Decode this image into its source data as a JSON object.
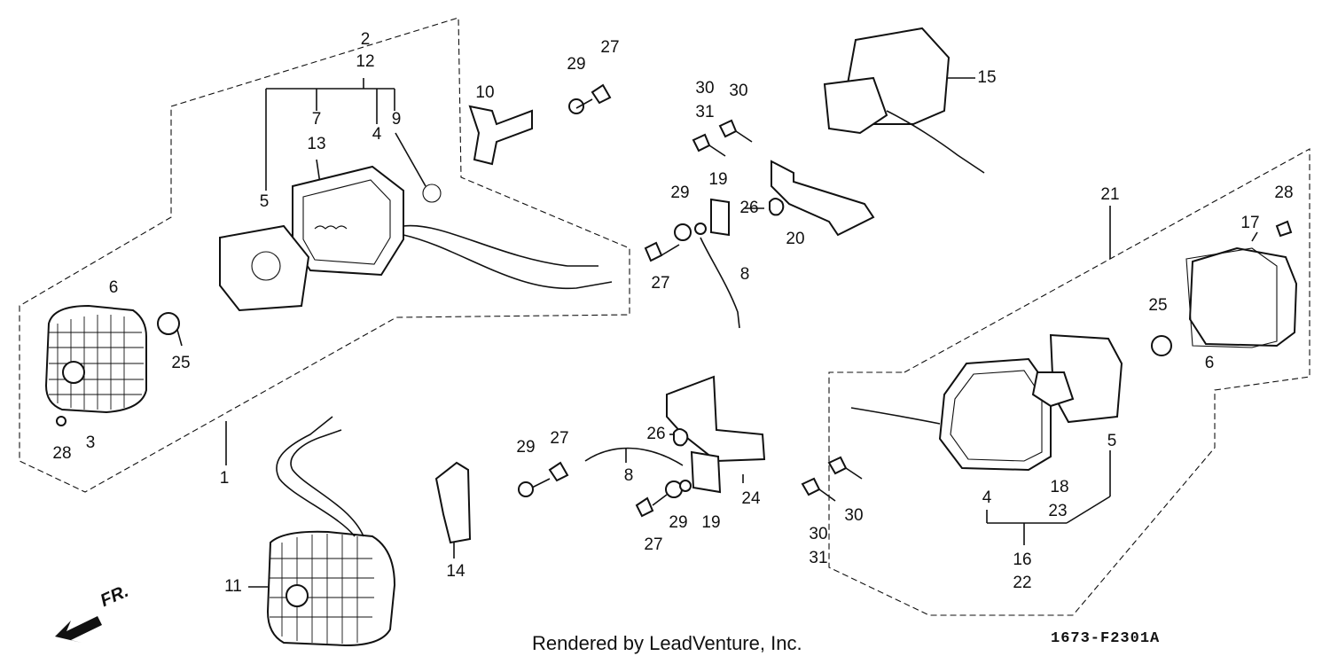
{
  "diagram": {
    "callouts": [
      {
        "id": "c-2",
        "text": "2"
      },
      {
        "id": "c-12",
        "text": "12"
      },
      {
        "id": "c-7",
        "text": "7"
      },
      {
        "id": "c-4a",
        "text": "4"
      },
      {
        "id": "c-9",
        "text": "9"
      },
      {
        "id": "c-13",
        "text": "13"
      },
      {
        "id": "c-5a",
        "text": "5"
      },
      {
        "id": "c-6a",
        "text": "6"
      },
      {
        "id": "c-25a",
        "text": "25"
      },
      {
        "id": "c-3",
        "text": "3"
      },
      {
        "id": "c-28a",
        "text": "28"
      },
      {
        "id": "c-1",
        "text": "1"
      },
      {
        "id": "c-10",
        "text": "10"
      },
      {
        "id": "c-29a",
        "text": "29"
      },
      {
        "id": "c-27a",
        "text": "27"
      },
      {
        "id": "c-30a",
        "text": "30"
      },
      {
        "id": "c-31a",
        "text": "31"
      },
      {
        "id": "c-30b",
        "text": "30"
      },
      {
        "id": "c-15",
        "text": "15"
      },
      {
        "id": "c-29b",
        "text": "29"
      },
      {
        "id": "c-19a",
        "text": "19"
      },
      {
        "id": "c-26a",
        "text": "26"
      },
      {
        "id": "c-20",
        "text": "20"
      },
      {
        "id": "c-27b",
        "text": "27"
      },
      {
        "id": "c-8a",
        "text": "8"
      },
      {
        "id": "c-21",
        "text": "21"
      },
      {
        "id": "c-28b",
        "text": "28"
      },
      {
        "id": "c-17",
        "text": "17"
      },
      {
        "id": "c-25b",
        "text": "25"
      },
      {
        "id": "c-6b",
        "text": "6"
      },
      {
        "id": "c-5b",
        "text": "5"
      },
      {
        "id": "c-18",
        "text": "18"
      },
      {
        "id": "c-23",
        "text": "23"
      },
      {
        "id": "c-4b",
        "text": "4"
      },
      {
        "id": "c-16",
        "text": "16"
      },
      {
        "id": "c-22",
        "text": "22"
      },
      {
        "id": "c-11",
        "text": "11"
      },
      {
        "id": "c-14",
        "text": "14"
      },
      {
        "id": "c-29c",
        "text": "29"
      },
      {
        "id": "c-27c",
        "text": "27"
      },
      {
        "id": "c-8b",
        "text": "8"
      },
      {
        "id": "c-26b",
        "text": "26"
      },
      {
        "id": "c-24",
        "text": "24"
      },
      {
        "id": "c-27d",
        "text": "27"
      },
      {
        "id": "c-29d",
        "text": "29"
      },
      {
        "id": "c-19b",
        "text": "19"
      },
      {
        "id": "c-30c",
        "text": "30"
      },
      {
        "id": "c-31b",
        "text": "31"
      },
      {
        "id": "c-30d",
        "text": "30"
      }
    ],
    "direction_label": "FR.",
    "footer_text": "Rendered by LeadVenture, Inc.",
    "diagram_code": "1673-F2301A"
  }
}
